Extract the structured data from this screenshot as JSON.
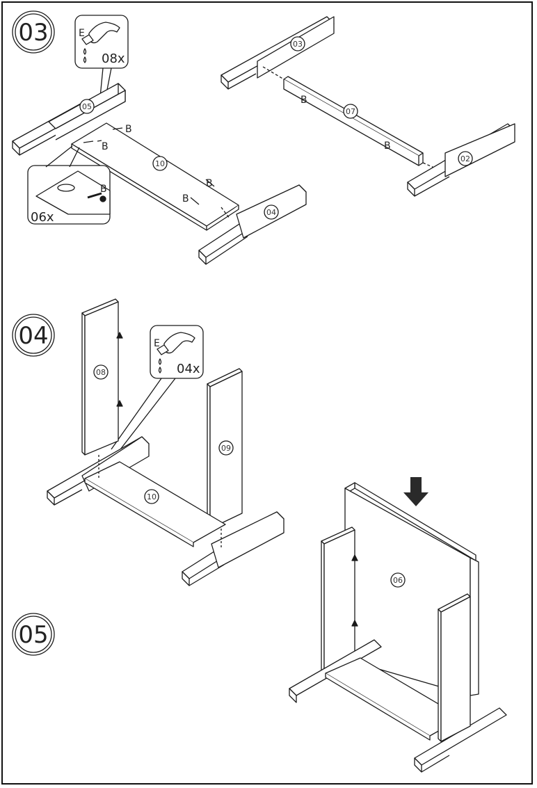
{
  "steps": [
    {
      "number": "03",
      "parts": [
        "05",
        "10",
        "03",
        "07",
        "02",
        "04"
      ],
      "glue_letter": "E",
      "glue_count": "08x",
      "screw_letter": "B",
      "screw_count": "06x"
    },
    {
      "number": "04",
      "parts": [
        "08",
        "09",
        "10"
      ],
      "glue_letter": "E",
      "glue_count": "04x"
    },
    {
      "number": "05",
      "parts": [
        "06"
      ]
    }
  ],
  "colors": {
    "line": "#1a1a1a",
    "fill": "#ffffff",
    "arrow": "#2a2a2a"
  }
}
